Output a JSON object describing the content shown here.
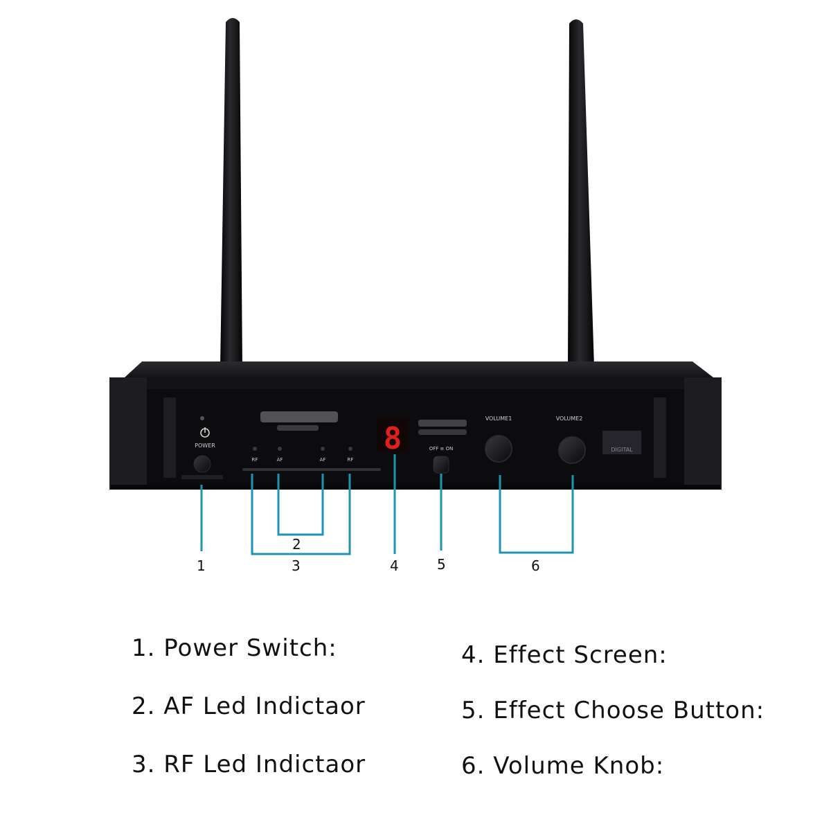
{
  "device": {
    "panel_text": {
      "power": "POWER",
      "led_left_rf": "RF",
      "led_left_af": "AF",
      "led_right_af": "AF",
      "led_right_rf": "RF",
      "display_digit": "8",
      "effect_switch": "OFF  ≡  ON",
      "volume1": "VOLUME1",
      "volume2": "VOLUME2",
      "digital_badge": "DIGITAL"
    },
    "accent_colors": {
      "callout": "#1f93b3",
      "display": "#e0201c",
      "body": "#121216"
    }
  },
  "callouts": [
    {
      "number": "1"
    },
    {
      "number": "2"
    },
    {
      "number": "3"
    },
    {
      "number": "4"
    },
    {
      "number": "5"
    },
    {
      "number": "6"
    }
  ],
  "legend": {
    "left": [
      "1. Power Switch:",
      "2. AF Led Indictaor",
      "3. RF Led Indictaor"
    ],
    "right": [
      "4. Effect Screen:",
      "5. Effect Choose Button:",
      "6. Volume Knob:"
    ]
  }
}
